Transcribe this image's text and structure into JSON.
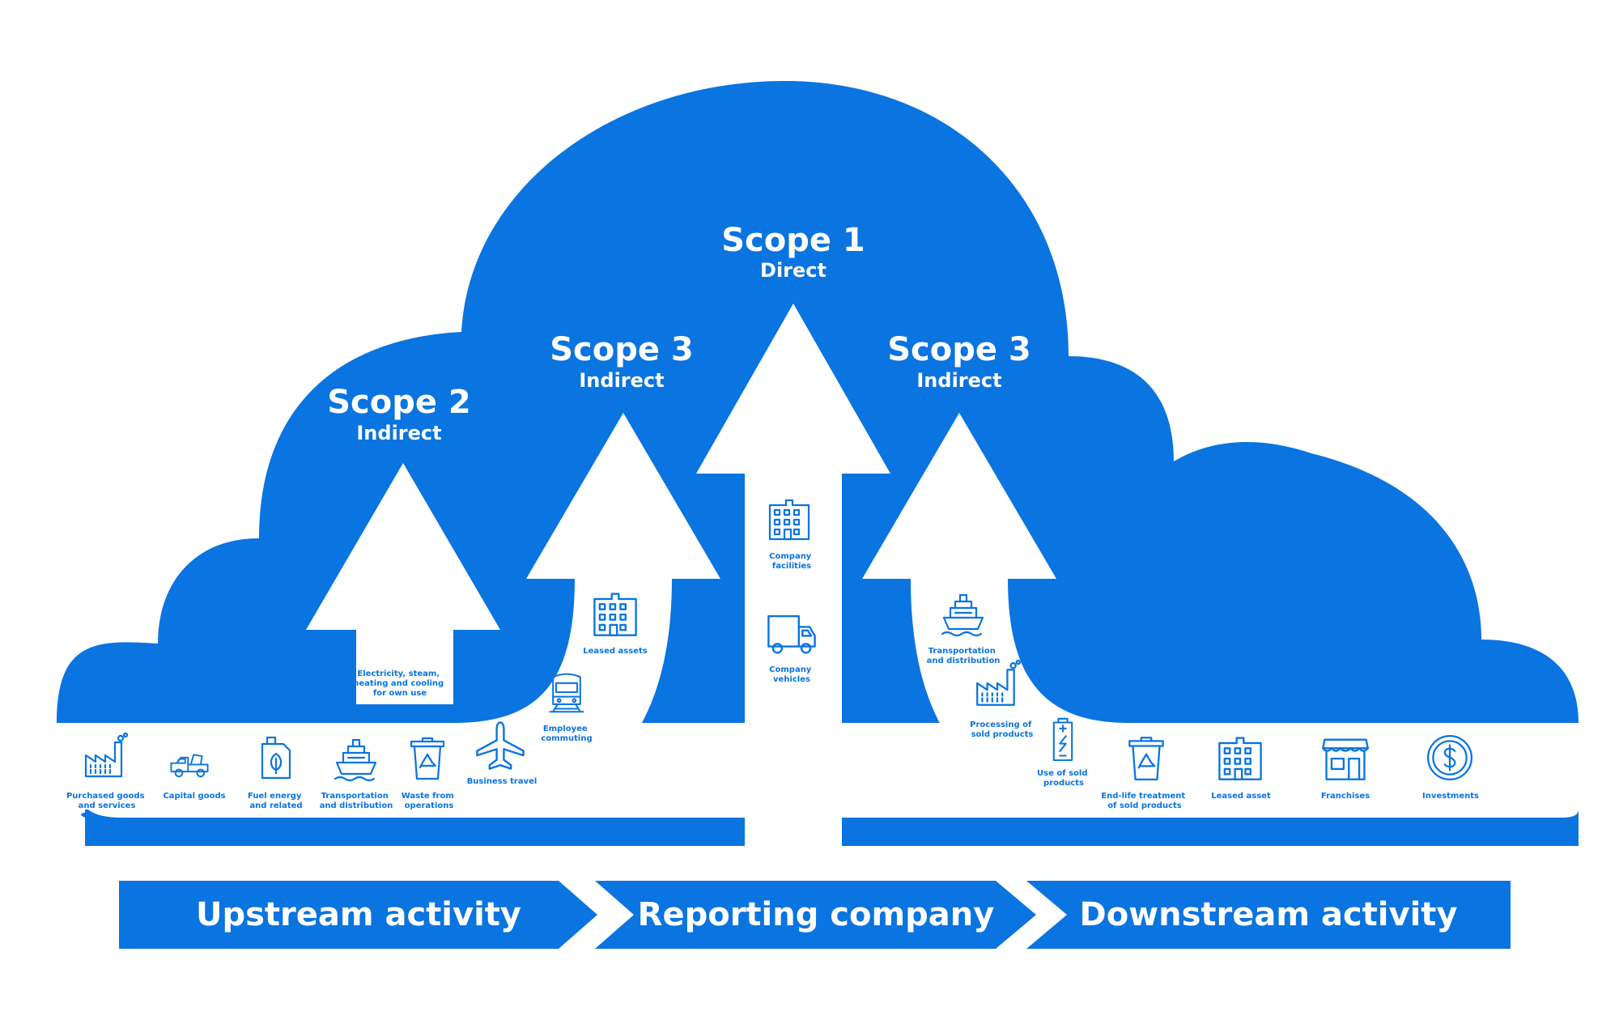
{
  "colors": {
    "primary": "#0a74e0",
    "background": "#ffffff"
  },
  "scopes": {
    "scope2": {
      "title": "Scope 2",
      "subtitle": "Indirect"
    },
    "scope3_upstream": {
      "title": "Scope 3",
      "subtitle": "Indirect"
    },
    "scope1": {
      "title": "Scope 1",
      "subtitle": "Direct"
    },
    "scope3_downstream": {
      "title": "Scope 3",
      "subtitle": "Indirect"
    }
  },
  "scope2_item": {
    "label": [
      "Electricity, steam,",
      "heating and cooling",
      "for own use"
    ],
    "icon": "plug-icon"
  },
  "scope1_items": [
    {
      "label": [
        "Company",
        "facilities"
      ],
      "icon": "building-icon"
    },
    {
      "label": [
        "Company",
        "vehicles"
      ],
      "icon": "truck-icon"
    }
  ],
  "upstream_items": [
    {
      "label": [
        "Purchased goods",
        "and services"
      ],
      "icon": "factory-icon"
    },
    {
      "label": [
        "Capital goods"
      ],
      "icon": "pickup-truck-icon"
    },
    {
      "label": [
        "Fuel energy",
        "and related"
      ],
      "icon": "fuel-can-icon"
    },
    {
      "label": [
        "Transportation",
        "and distribution"
      ],
      "icon": "ship-icon"
    },
    {
      "label": [
        "Waste from",
        "operations"
      ],
      "icon": "recycle-bin-icon"
    },
    {
      "label": [
        "Business travel"
      ],
      "icon": "airplane-icon"
    },
    {
      "label": [
        "Employee",
        "commuting"
      ],
      "icon": "train-icon"
    },
    {
      "label": [
        "Leased assets"
      ],
      "icon": "building-icon"
    }
  ],
  "downstream_items": [
    {
      "label": [
        "Transportation",
        "and distribution"
      ],
      "icon": "ship-icon"
    },
    {
      "label": [
        "Processing of",
        "sold products"
      ],
      "icon": "factory-icon"
    },
    {
      "label": [
        "Use of sold",
        "products"
      ],
      "icon": "battery-icon"
    },
    {
      "label": [
        "End-life treatment",
        "of sold products"
      ],
      "icon": "recycle-bin-icon"
    },
    {
      "label": [
        "Leased asset"
      ],
      "icon": "building-icon"
    },
    {
      "label": [
        "Franchises"
      ],
      "icon": "storefront-icon"
    },
    {
      "label": [
        "Investments"
      ],
      "icon": "dollar-coin-icon"
    }
  ],
  "banner": {
    "upstream": "Upstream activity",
    "reporting": "Reporting company",
    "downstream": "Downstream activity"
  }
}
